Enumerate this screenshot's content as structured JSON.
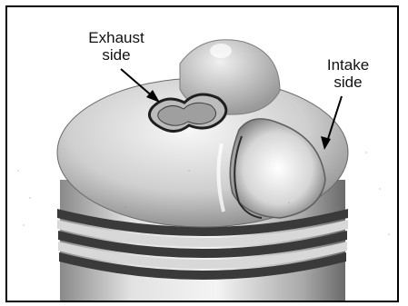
{
  "figure": {
    "labels": {
      "exhaust": {
        "line1": "Exhaust",
        "line2": "side"
      },
      "intake": {
        "line1": "Intake",
        "line2": "side"
      }
    },
    "colors": {
      "frame": "#000000",
      "background": "#ffffff",
      "piston_light": "#f2f2f2",
      "piston_mid": "#bdbdbd",
      "piston_dark": "#5a5a5a",
      "ring_groove": "#3a3a3a",
      "callout_line": "#000000"
    }
  }
}
